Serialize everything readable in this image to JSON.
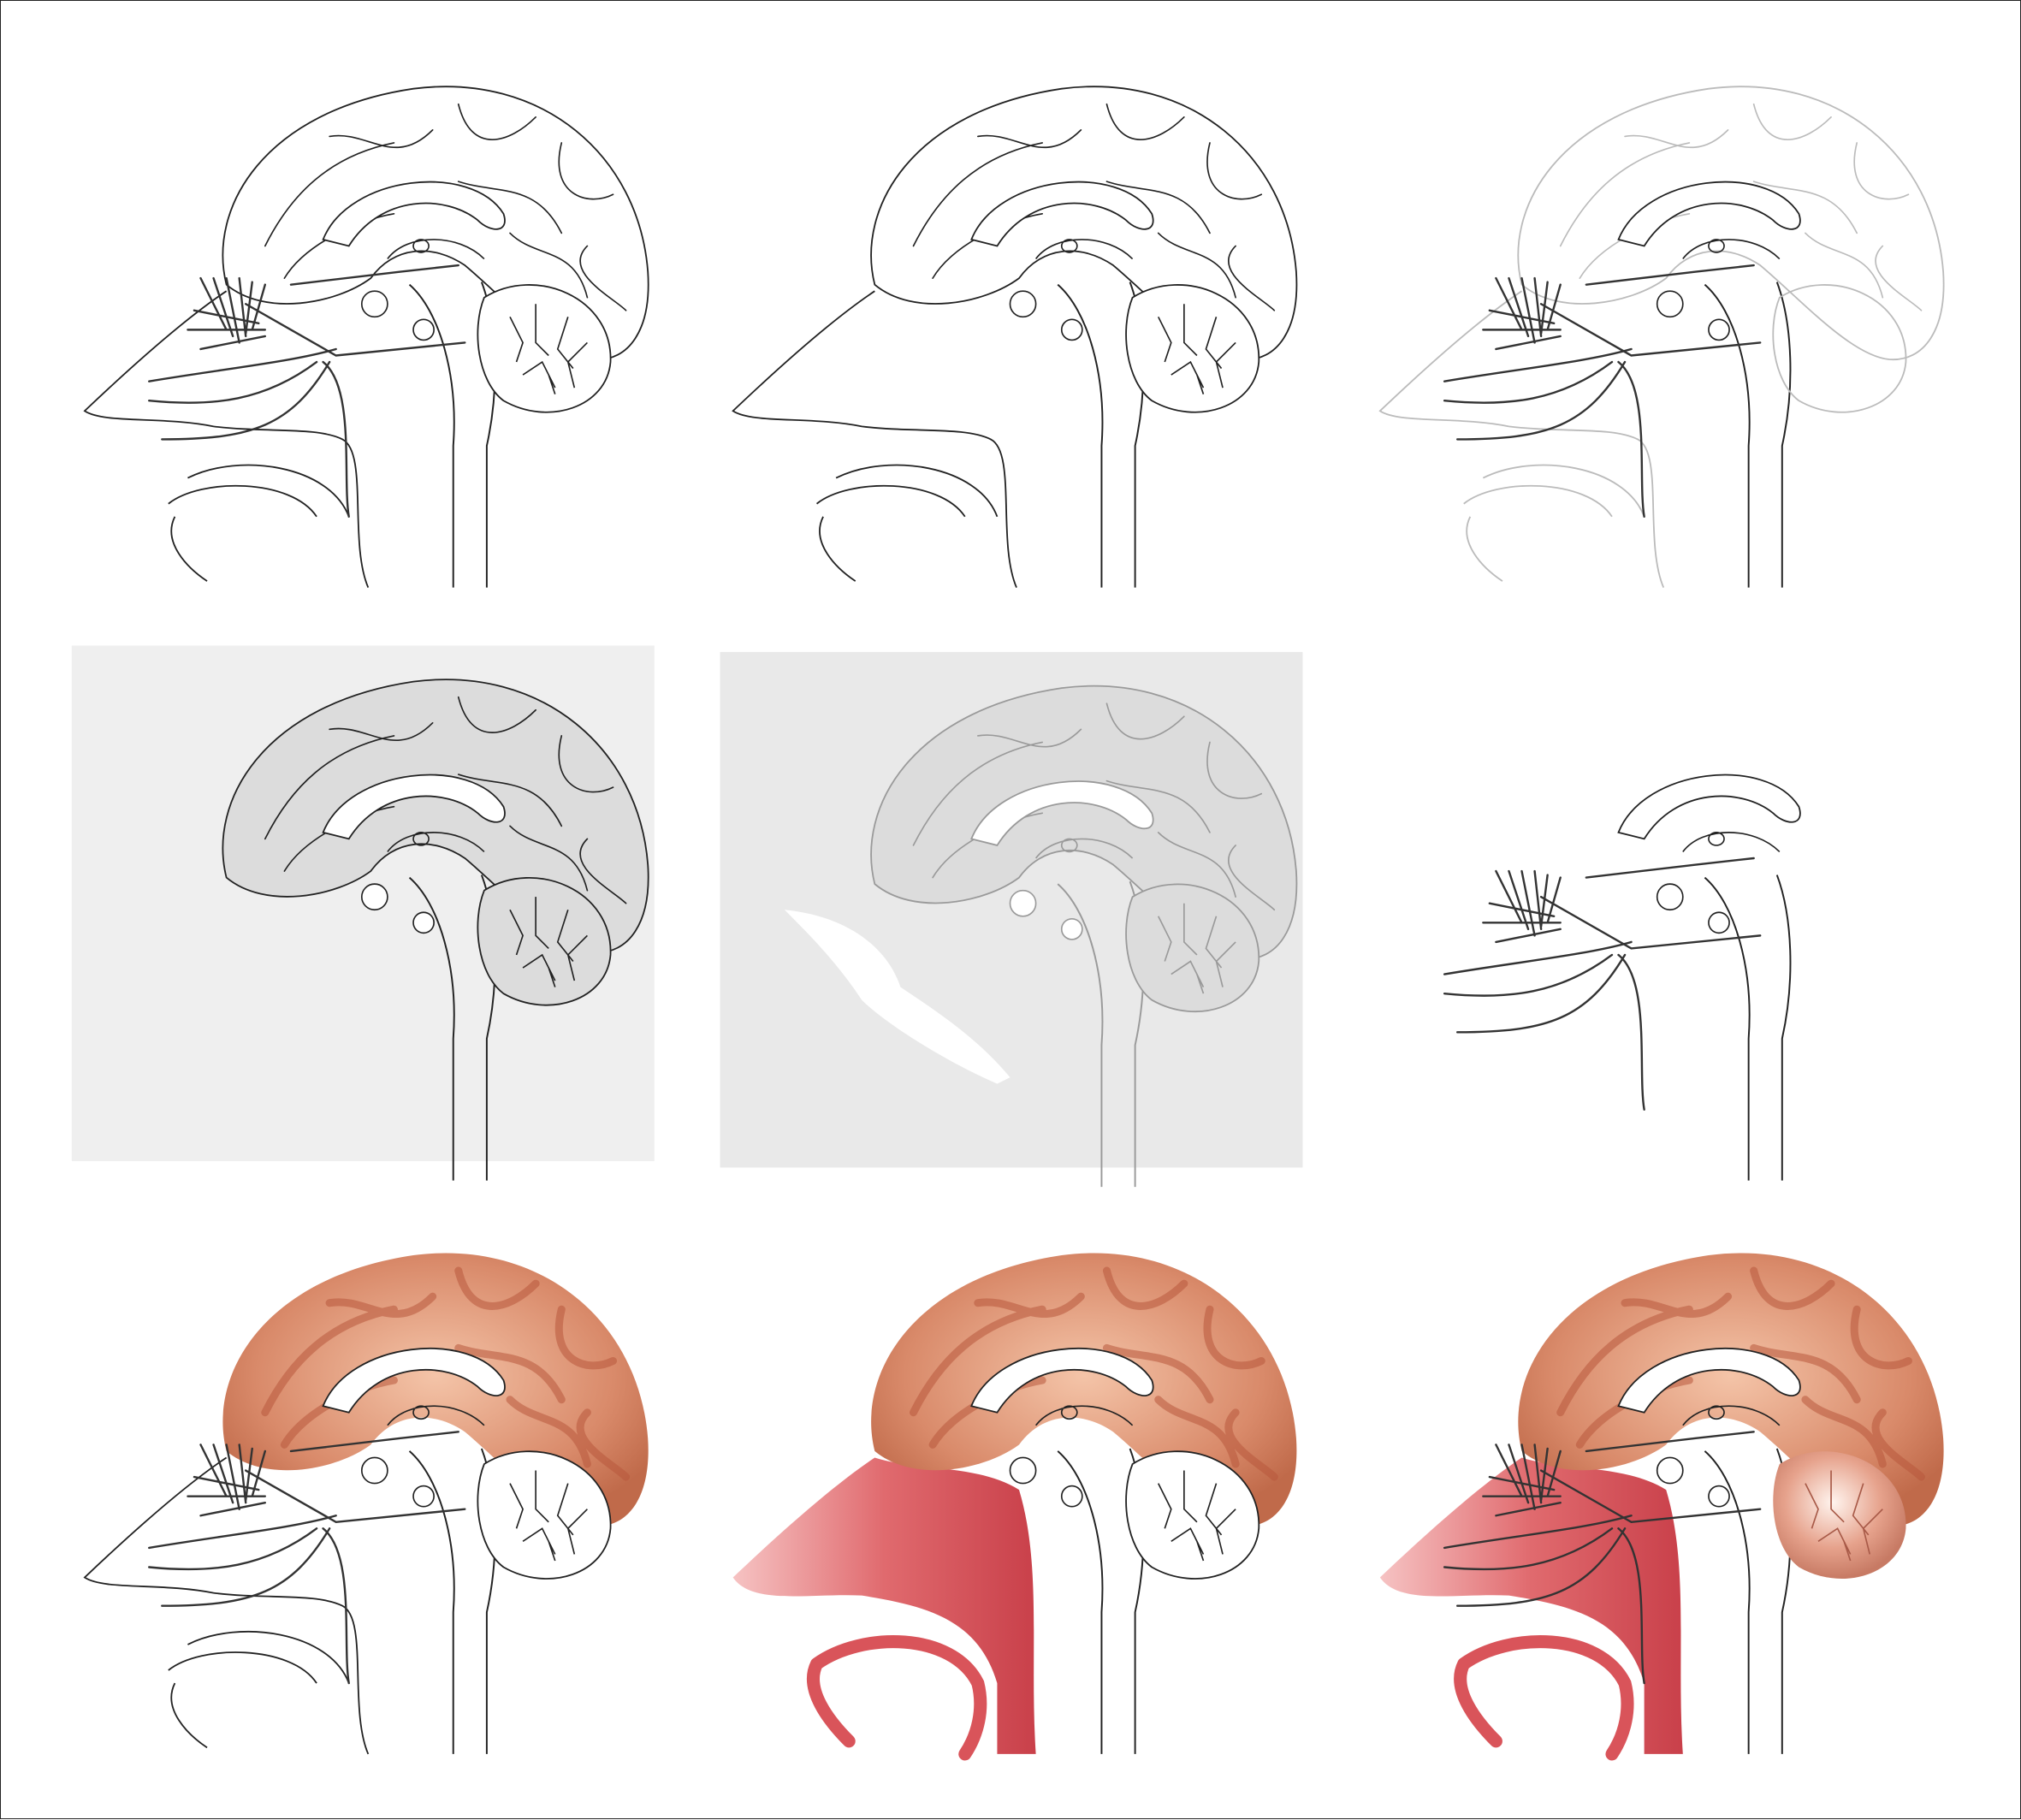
{
  "colors": {
    "line": "#222222",
    "faint_line": "#bbbbbb",
    "cerebrum": "#d98a6a",
    "cerebrum_dark": "#b8583c",
    "nasal": "#d9545a",
    "nasal_light": "#f2b0b0",
    "cerebellum": "#e6a28c",
    "panel_bg_1": "#efefef",
    "panel_bg_2": "#e9e9e9",
    "gray_fill": "#dcdcdc"
  },
  "panels": [
    {
      "name": "outline-with-olfactory-nerves",
      "bg": null,
      "cerebrum": "outline",
      "face": true,
      "nerves": true,
      "cerebellum": "outline"
    },
    {
      "name": "outline-without-nerves",
      "bg": null,
      "cerebrum": "outline",
      "face": true,
      "nerves": false,
      "cerebellum": "outline"
    },
    {
      "name": "faint-outline-with-nerves",
      "bg": null,
      "cerebrum": "faint",
      "face": "faint",
      "nerves": true,
      "cerebellum": "faint"
    },
    {
      "name": "gray-filled-brain",
      "bg": "panel_bg_1",
      "cerebrum": "gray",
      "face": false,
      "nerves": false,
      "cerebellum": "gray"
    },
    {
      "name": "gray-brain-with-nasal-cavity",
      "bg": "panel_bg_2",
      "cerebrum": "gray-faint",
      "face": false,
      "nerves": false,
      "cerebellum": "gray-faint",
      "nasal_white": true
    },
    {
      "name": "brainstem-and-nerves-only",
      "bg": null,
      "cerebrum": "none",
      "face": false,
      "nerves": true,
      "cerebellum": "none"
    },
    {
      "name": "colored-cerebrum",
      "bg": null,
      "cerebrum": "color",
      "face": true,
      "nerves": true,
      "cerebellum": "outline"
    },
    {
      "name": "colored-cerebrum-and-nasal",
      "bg": null,
      "cerebrum": "color",
      "face": "color",
      "nerves": false,
      "cerebellum": "outline"
    },
    {
      "name": "colored-full",
      "bg": null,
      "cerebrum": "color",
      "face": "color",
      "nerves": true,
      "cerebellum": "color"
    }
  ]
}
